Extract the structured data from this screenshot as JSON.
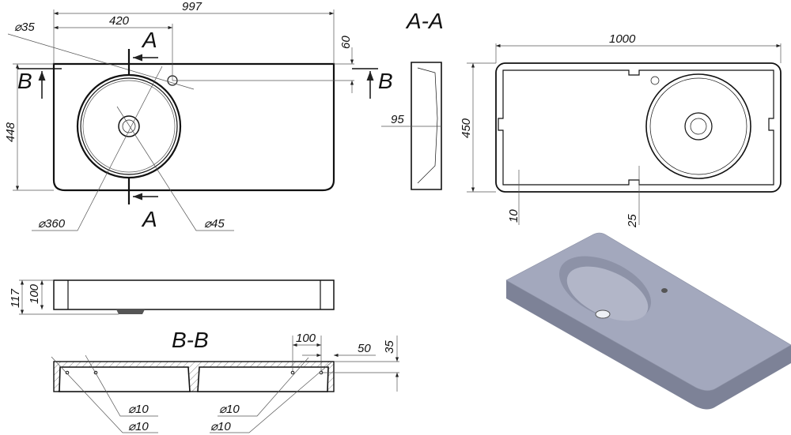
{
  "top_view": {
    "width": "997",
    "hole_offset": "420",
    "tap_hole": "⌀35",
    "edge_offset": "60",
    "depth": "448",
    "basin_dia": "⌀360",
    "drain_dia": "⌀45",
    "section_a_top": "A",
    "section_a_bottom": "A",
    "section_b_left": "B",
    "section_b_right": "B"
  },
  "section_aa": {
    "title": "A-A",
    "depth": "95"
  },
  "bottom_view": {
    "width": "1000",
    "depth": "450",
    "groove_inset": "10",
    "groove_width": "25"
  },
  "front_view": {
    "total_height": "117",
    "height": "100"
  },
  "section_bb": {
    "title": "B-B",
    "spacing": "100",
    "offset": "50",
    "height": "35",
    "holes": [
      "⌀10",
      "⌀10",
      "⌀10",
      "⌀10"
    ]
  },
  "colors": {
    "model_fill": "#a3a8bd",
    "model_dark": "#7d8297"
  }
}
